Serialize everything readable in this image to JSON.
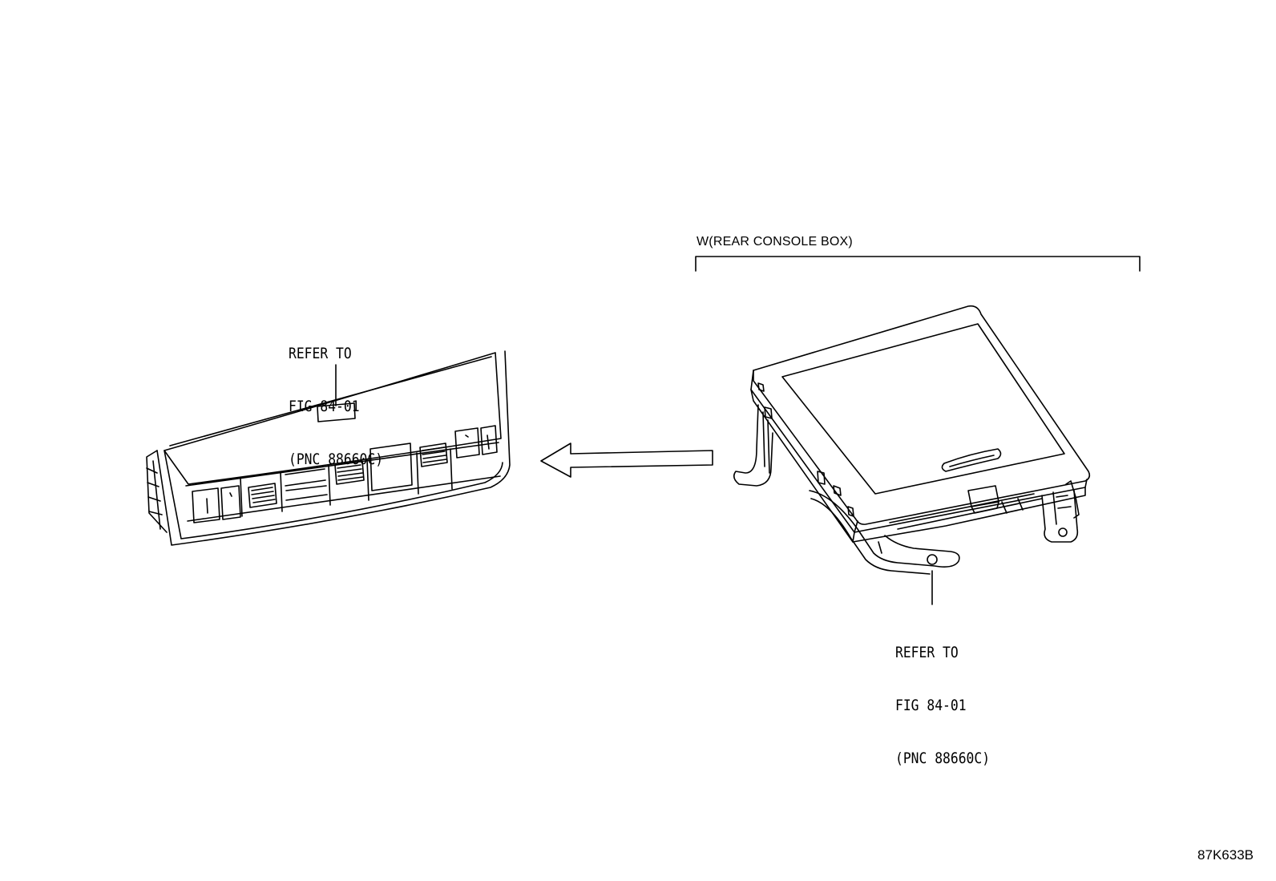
{
  "figure": {
    "code": "87K633B",
    "variant_label": "W(REAR CONSOLE BOX)"
  },
  "callouts": [
    {
      "target": "rear-console-switch-panel",
      "lines": [
        "REFER TO",
        "FIG 84-01",
        "(PNC 88660C)"
      ]
    },
    {
      "target": "rear-console-display-unit",
      "lines": [
        "REFER TO",
        "FIG 84-01",
        "(PNC 88660C)"
      ]
    }
  ],
  "colors": {
    "line": "#000000",
    "background": "#ffffff"
  }
}
